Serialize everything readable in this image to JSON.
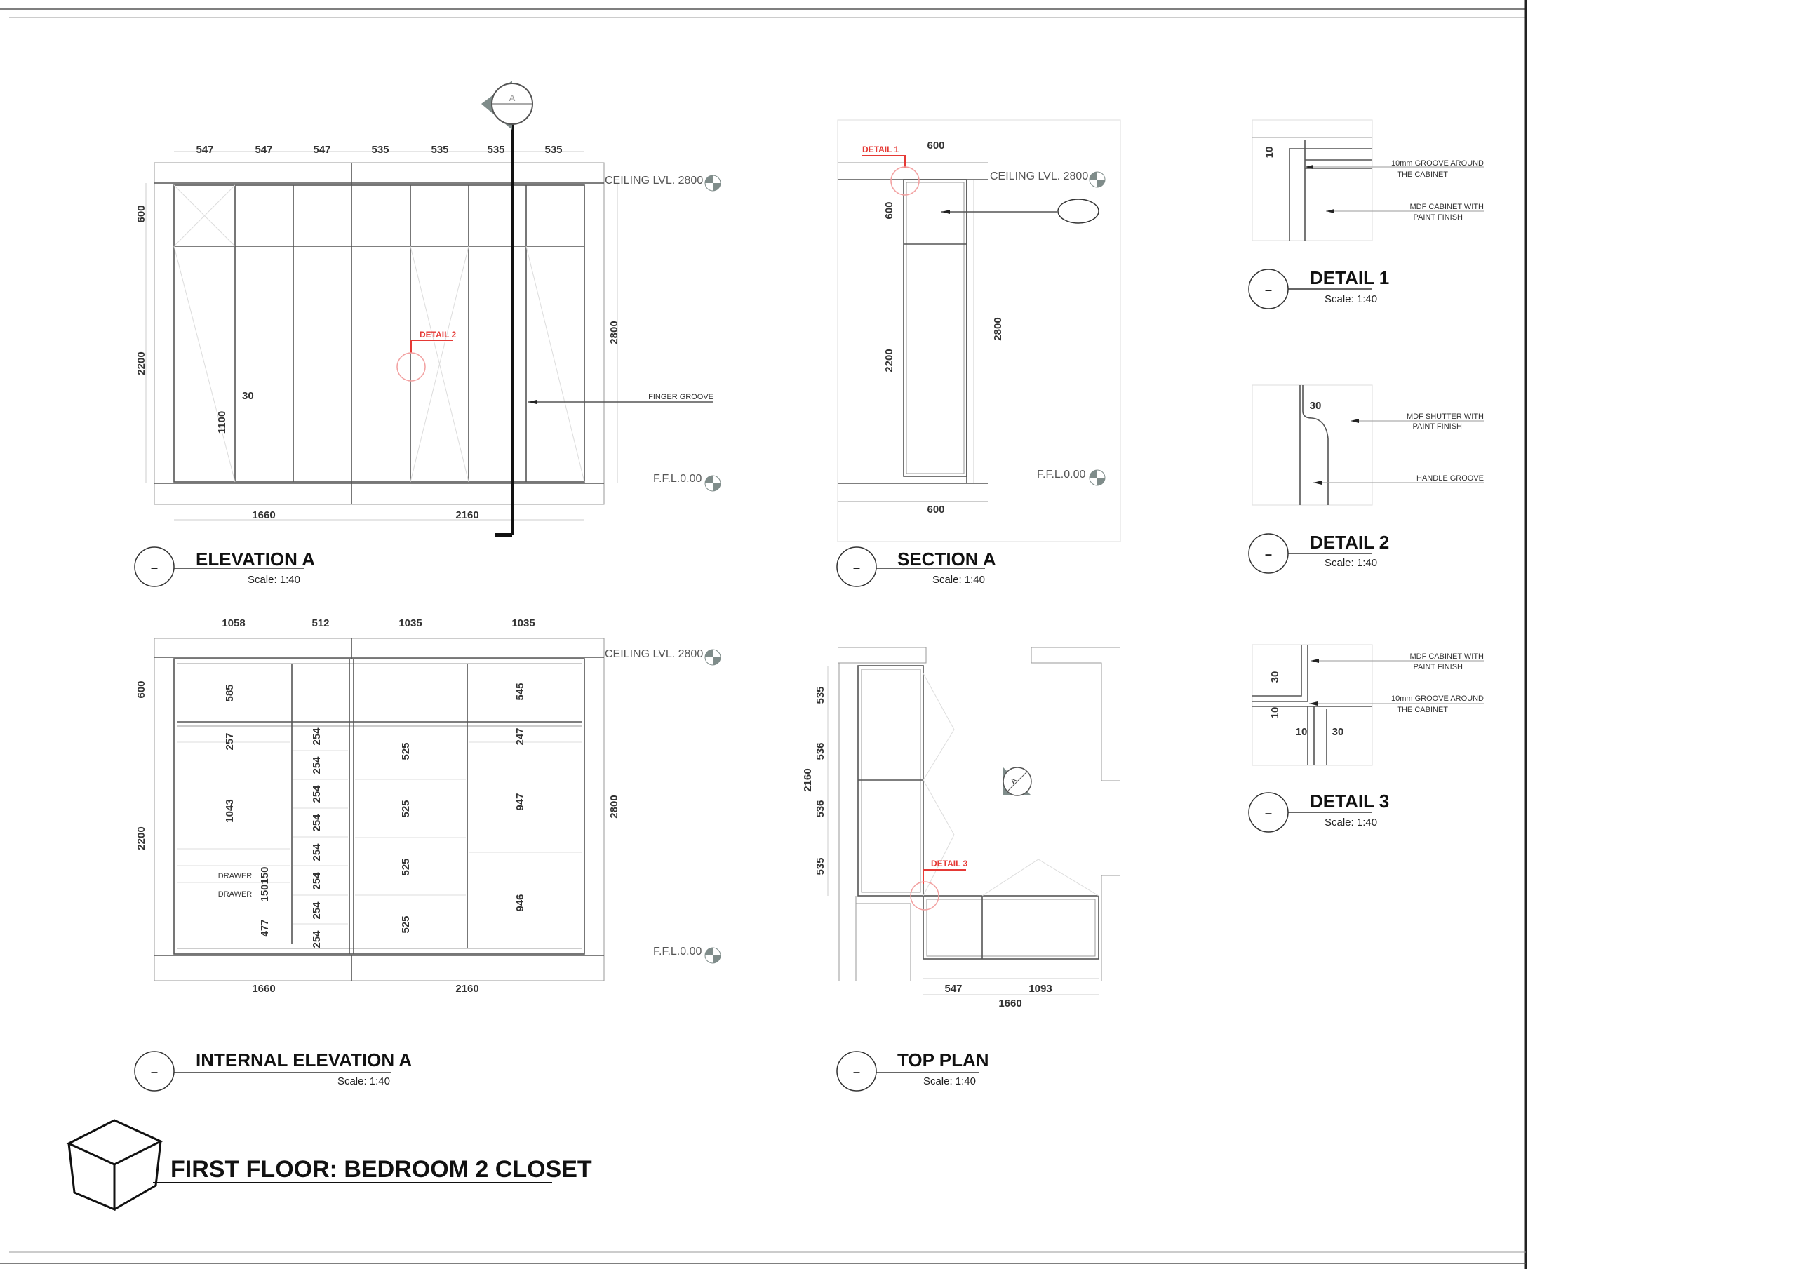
{
  "sheet": {
    "title": "FIRST FLOOR: BEDROOM 2 CLOSET"
  },
  "levels": {
    "ceiling": "CEILING LVL. 2800",
    "floor": "F.F.L.0.00"
  },
  "elevation_a": {
    "title": "ELEVATION A",
    "scale": "Scale: 1:40",
    "marker": "–",
    "top_dims": [
      "547",
      "547",
      "547",
      "535",
      "535",
      "535",
      "535"
    ],
    "bottom_dims": [
      "1660",
      "2160"
    ],
    "left_dims": [
      "600",
      "2200"
    ],
    "right_dim": "2800",
    "groove_height": "1100",
    "groove_width": "30",
    "finger_groove_label": "FINGER GROOVE",
    "detail_callout": "DETAIL 2",
    "section_marker": "A"
  },
  "section_a": {
    "title": "SECTION A",
    "scale": "Scale: 1:40",
    "marker": "–",
    "top_dim": "600",
    "bottom_dim": "600",
    "left_dims": [
      "600",
      "2200"
    ],
    "right_dim": "2800",
    "detail_callout": "DETAIL 1"
  },
  "details": [
    {
      "title": "DETAIL 1",
      "scale": "Scale: 1:40",
      "marker": "–",
      "notes": [
        "10mm GROOVE AROUND",
        "THE CABINET",
        "MDF CABINET WITH",
        "PAINT FINISH"
      ],
      "dims": [
        "10"
      ]
    },
    {
      "title": "DETAIL 2",
      "scale": "Scale: 1:40",
      "marker": "–",
      "notes": [
        "MDF SHUTTER WITH",
        "PAINT FINISH",
        "HANDLE GROOVE"
      ],
      "dims": [
        "30"
      ]
    },
    {
      "title": "DETAIL 3",
      "scale": "Scale: 1:40",
      "marker": "–",
      "notes": [
        "MDF CABINET WITH",
        "PAINT FINISH",
        "10mm GROOVE AROUND",
        "THE CABINET"
      ],
      "dims": [
        "30",
        "10",
        "10",
        "30"
      ]
    }
  ],
  "internal_elevation_a": {
    "title": "INTERNAL ELEVATION A",
    "scale": "Scale: 1:40",
    "marker": "–",
    "top_dims": [
      "1058",
      "512",
      "1035",
      "1035"
    ],
    "bottom_dims": [
      "1660",
      "2160"
    ],
    "left_dims": [
      "600",
      "2200"
    ],
    "right_dim": "2800",
    "col1": [
      "585",
      "257",
      "1043",
      "150",
      "150",
      "477"
    ],
    "drawer_labels": [
      "DRAWER",
      "DRAWER"
    ],
    "col2": [
      "254",
      "254",
      "254",
      "254",
      "254",
      "254",
      "254",
      "254"
    ],
    "col3": [
      "525",
      "525",
      "525",
      "525"
    ],
    "col4": [
      "545",
      "247",
      "947",
      "946"
    ]
  },
  "top_plan": {
    "title": "TOP PLAN",
    "scale": "Scale: 1:40",
    "marker": "–",
    "left_dims": [
      "535",
      "536",
      "536",
      "535"
    ],
    "left_total": "2160",
    "bottom_dims": [
      "547",
      "1093"
    ],
    "bottom_total": "1660",
    "detail_callout": "DETAIL 3",
    "section_marker": "A"
  },
  "colors": {
    "callout": "#e53935",
    "marker_fill": "#7f8c8a"
  }
}
